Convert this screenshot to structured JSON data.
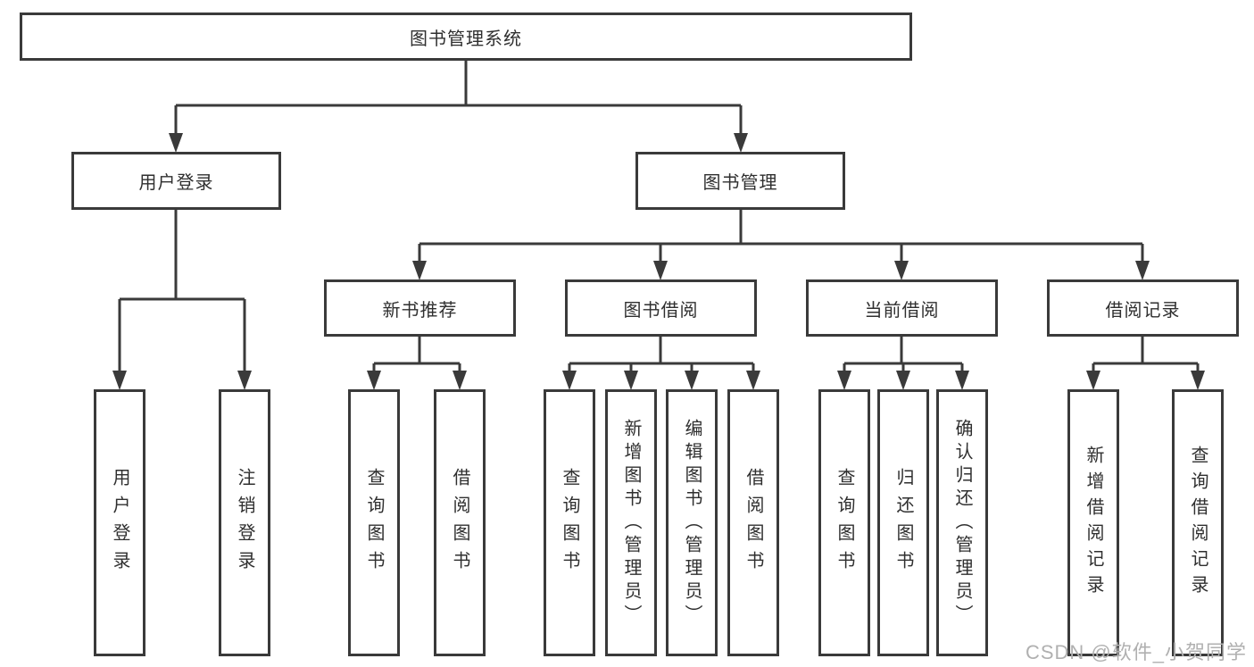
{
  "tree": {
    "root": "图书管理系统",
    "children": [
      {
        "label": "用户登录",
        "children": [
          "用户登录",
          "注销登录"
        ]
      },
      {
        "label": "图书管理",
        "children": [
          {
            "label": "新书推荐",
            "children": [
              "查询图书",
              "借阅图书"
            ]
          },
          {
            "label": "图书借阅",
            "children": [
              "查询图书",
              "新增图书（管理员）",
              "编辑图书（管理员）",
              "借阅图书"
            ]
          },
          {
            "label": "当前借阅",
            "children": [
              "查询图书",
              "归还图书",
              "确认归还（管理员）"
            ]
          },
          {
            "label": "借阅记录",
            "children": [
              "新增借阅记录",
              "查询借阅记录"
            ]
          }
        ]
      }
    ]
  },
  "watermark": "CSDN @软件_小贺同学",
  "colors": {
    "line": "#3a3a3a",
    "text": "#2f2f2f",
    "watermark": "#b0b0b0",
    "background": "#ffffff"
  }
}
